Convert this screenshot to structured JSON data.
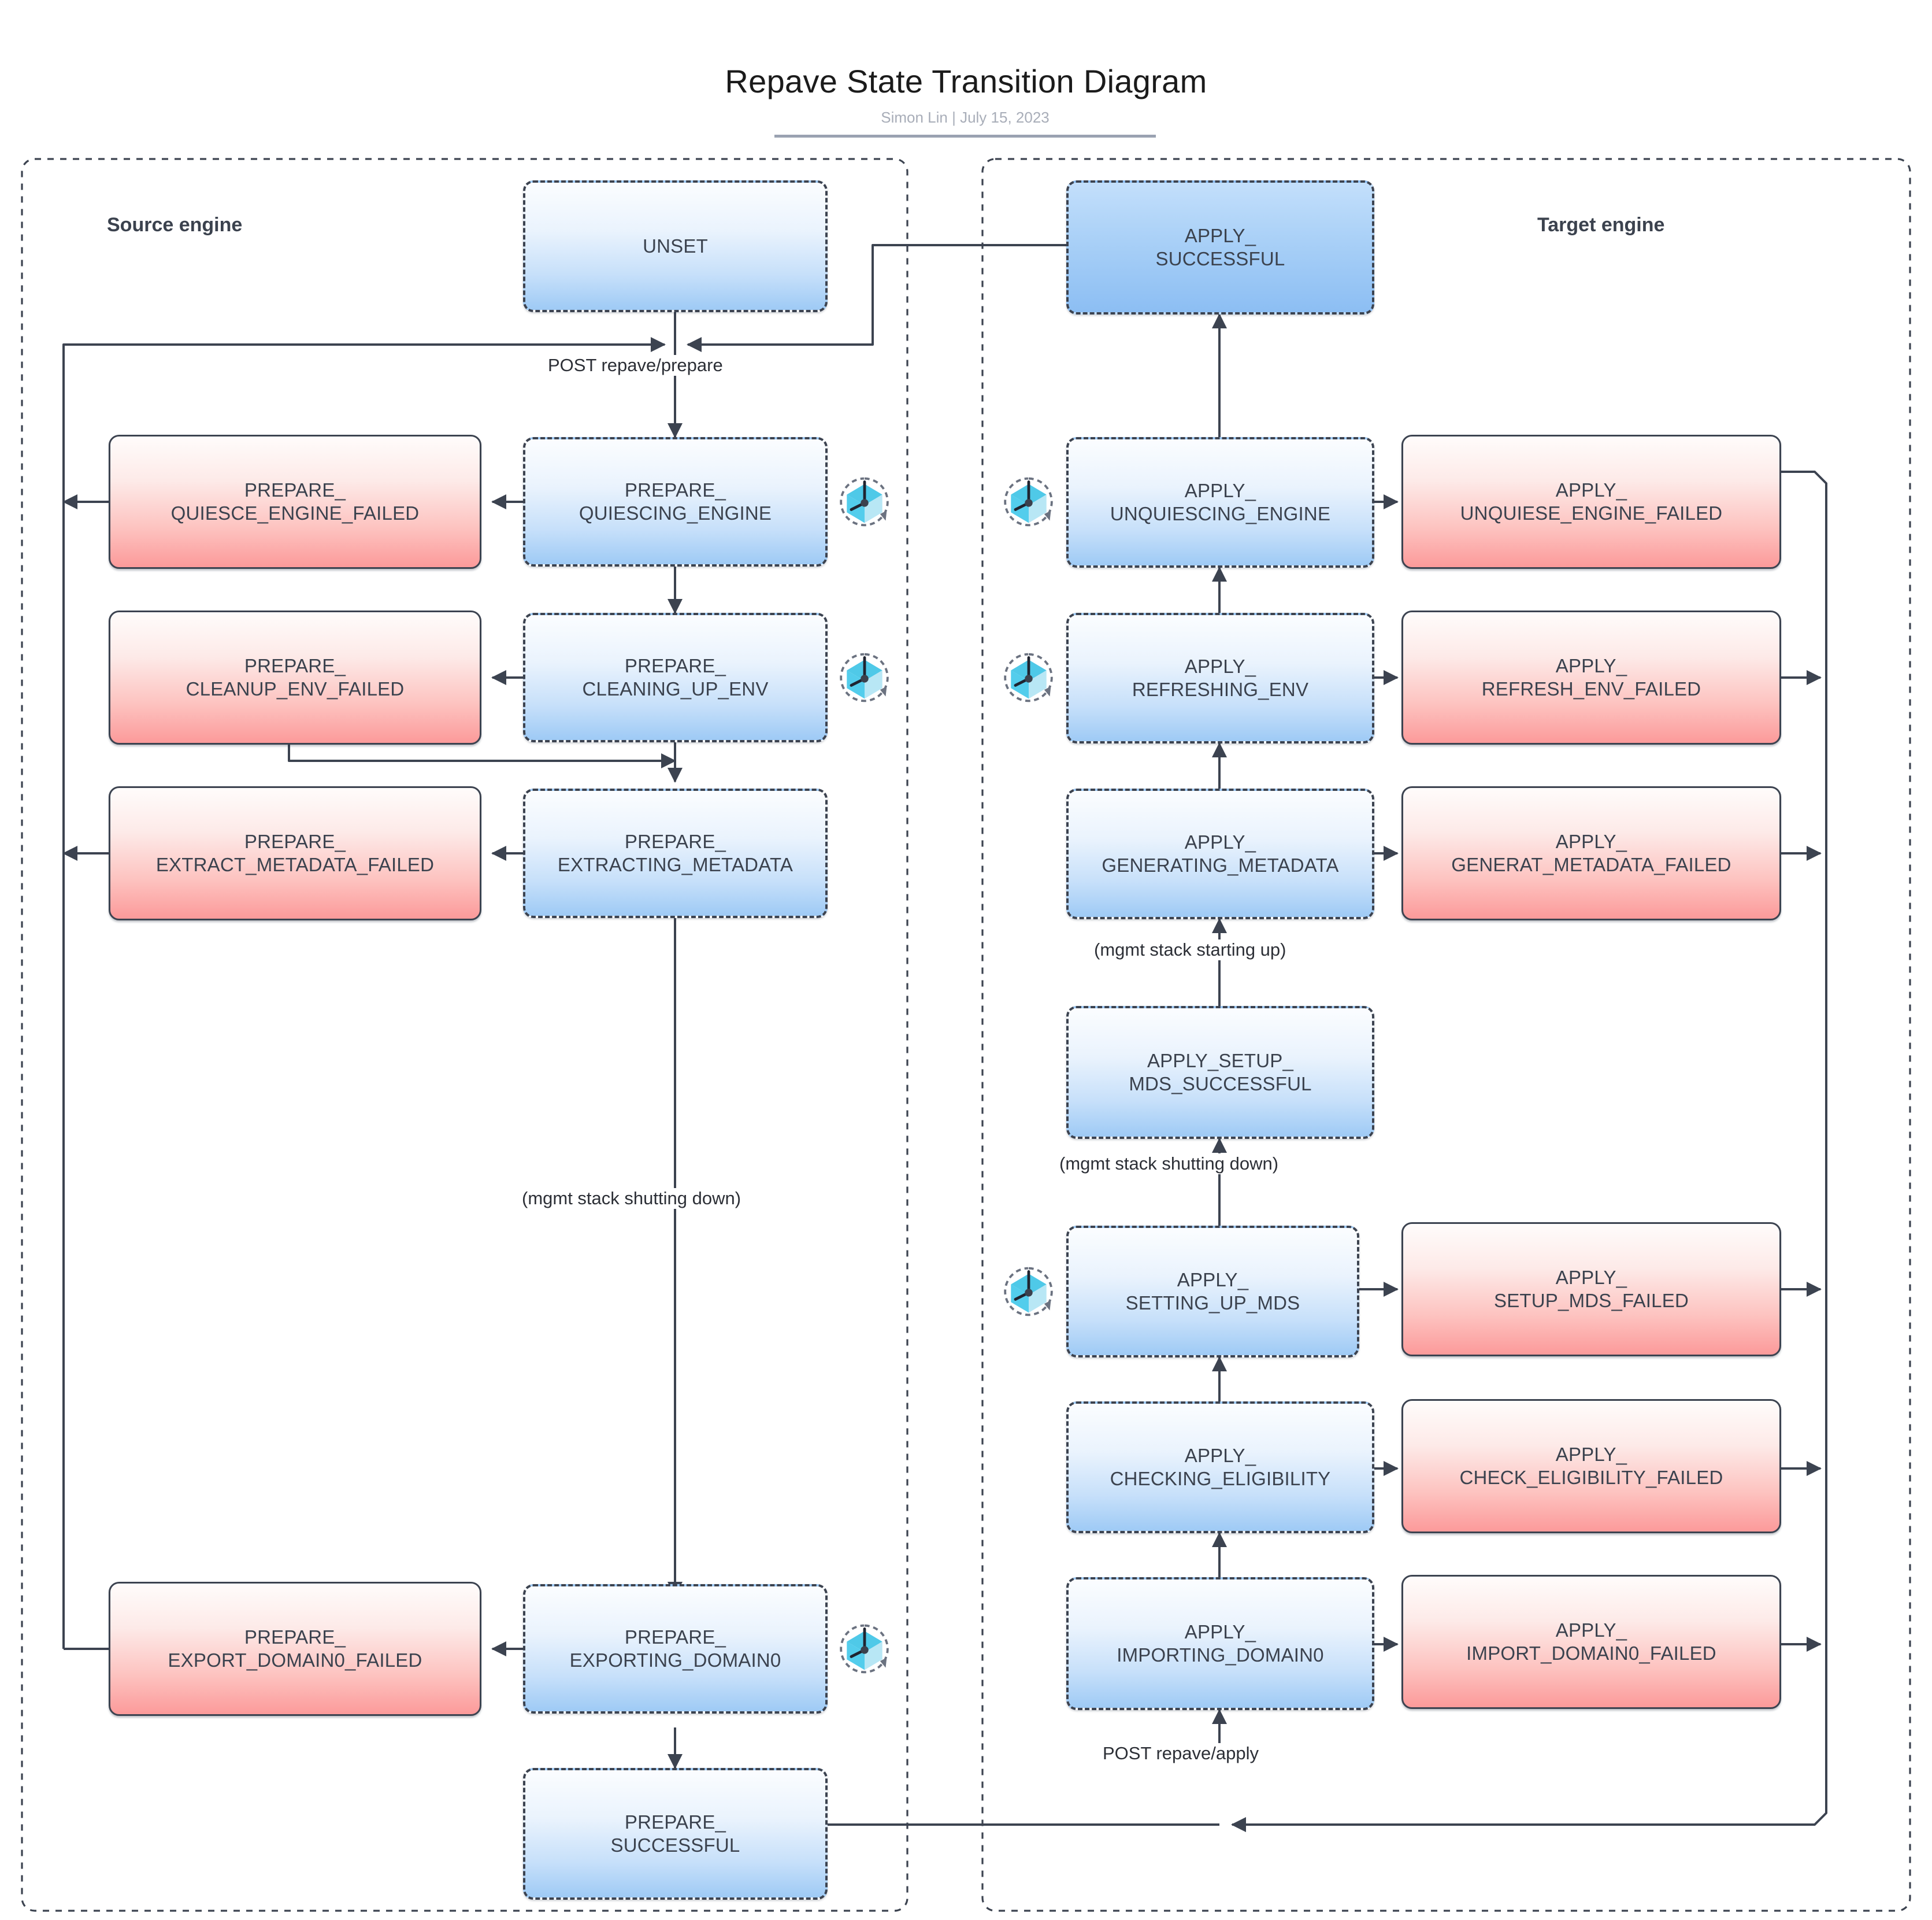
{
  "header": {
    "title": "Repave State Transition Diagram",
    "subtitle": "Simon Lin  |  July 15, 2023"
  },
  "lanes": [
    {
      "id": "source",
      "label": "Source engine"
    },
    {
      "id": "target",
      "label": "Target engine"
    }
  ],
  "nodes": {
    "unset": {
      "label": "UNSET",
      "kind": "blue",
      "lane": "source"
    },
    "prep_quiescing": {
      "label": "PREPARE_\nQUIESCING_ENGINE",
      "kind": "blue",
      "lane": "source",
      "timer": true
    },
    "prep_quiesce_failed": {
      "label": "PREPARE_\nQUIESCE_ENGINE_FAILED",
      "kind": "red",
      "lane": "source"
    },
    "prep_cleaning": {
      "label": "PREPARE_\nCLEANING_UP_ENV",
      "kind": "blue",
      "lane": "source",
      "timer": true
    },
    "prep_cleanup_failed": {
      "label": "PREPARE_\nCLEANUP_ENV_FAILED",
      "kind": "red",
      "lane": "source"
    },
    "prep_extracting": {
      "label": "PREPARE_\nEXTRACTING_METADATA",
      "kind": "blue",
      "lane": "source"
    },
    "prep_extract_failed": {
      "label": "PREPARE_\nEXTRACT_METADATA_FAILED",
      "kind": "red",
      "lane": "source"
    },
    "prep_exporting": {
      "label": "PREPARE_\nEXPORTING_DOMAIN0",
      "kind": "blue",
      "lane": "source",
      "timer": true
    },
    "prep_export_failed": {
      "label": "PREPARE_\nEXPORT_DOMAIN0_FAILED",
      "kind": "red",
      "lane": "source"
    },
    "prep_successful": {
      "label": "PREPARE_\nSUCCESSFUL",
      "kind": "blue",
      "lane": "source"
    },
    "apply_successful": {
      "label": "APPLY_\nSUCCESSFUL",
      "kind": "blue-strong",
      "lane": "target"
    },
    "apply_unquiescing": {
      "label": "APPLY_\nUNQUIESCING_ENGINE",
      "kind": "blue",
      "lane": "target",
      "timer": true
    },
    "apply_unquiese_failed": {
      "label": "APPLY_\nUNQUIESE_ENGINE_FAILED",
      "kind": "red",
      "lane": "target"
    },
    "apply_refreshing": {
      "label": "APPLY_\nREFRESHING_ENV",
      "kind": "blue",
      "lane": "target",
      "timer": true
    },
    "apply_refresh_failed": {
      "label": "APPLY_\nREFRESH_ENV_FAILED",
      "kind": "red",
      "lane": "target"
    },
    "apply_generating": {
      "label": "APPLY_\nGENERATING_METADATA",
      "kind": "blue",
      "lane": "target"
    },
    "apply_generat_failed": {
      "label": "APPLY_\nGENERAT_METADATA_FAILED",
      "kind": "red",
      "lane": "target"
    },
    "apply_setup_mds_ok": {
      "label": "APPLY_SETUP_\nMDS_SUCCESSFUL",
      "kind": "blue",
      "lane": "target"
    },
    "apply_setting_up_mds": {
      "label": "APPLY_\nSETTING_UP_MDS",
      "kind": "blue",
      "lane": "target",
      "timer": true
    },
    "apply_setup_mds_failed": {
      "label": "APPLY_\nSETUP_MDS_FAILED",
      "kind": "red",
      "lane": "target"
    },
    "apply_checking": {
      "label": "APPLY_\nCHECKING_ELIGIBILITY",
      "kind": "blue",
      "lane": "target"
    },
    "apply_check_failed": {
      "label": "APPLY_\nCHECK_ELIGIBILITY_FAILED",
      "kind": "red",
      "lane": "target"
    },
    "apply_importing": {
      "label": "APPLY_\nIMPORTING_DOMAIN0",
      "kind": "blue",
      "lane": "target"
    },
    "apply_import_failed": {
      "label": "APPLY_\nIMPORT_DOMAIN0_FAILED",
      "kind": "red",
      "lane": "target"
    }
  },
  "edge_labels": {
    "post_prepare": "POST repave/prepare",
    "post_apply": "POST repave/apply",
    "mgmt_shutting_source": "(mgmt stack shutting down)",
    "mgmt_shutting_target": "(mgmt stack shutting down)",
    "mgmt_starting": "(mgmt stack starting up)"
  },
  "icons": {
    "timer": "timer-cube-icon"
  },
  "colors": {
    "blue_fill_top": "#fbfdff",
    "blue_fill_bottom": "#9ecaf5",
    "blue_strong_top": "#c3dffb",
    "blue_strong_bottom": "#8cbef3",
    "red_fill_top": "#fffcfb",
    "red_fill_bottom": "#fc9a9a",
    "stroke": "#3c4350",
    "timer_cube": "#35c0e0"
  }
}
